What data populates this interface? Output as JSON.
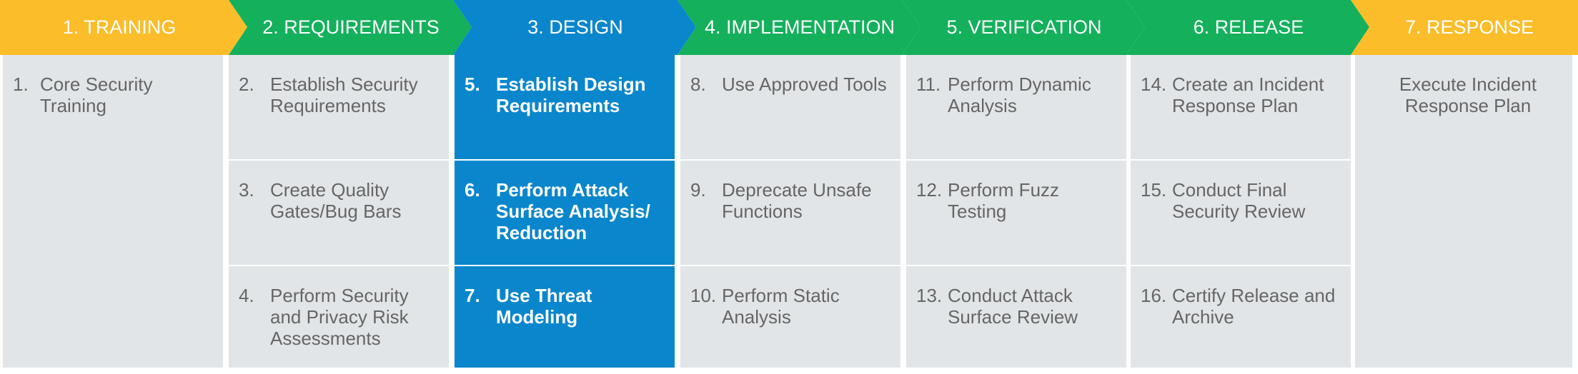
{
  "colors": {
    "training": "#fbbd2a",
    "requirements": "#14b05c",
    "design": "#0a86cc",
    "implementation": "#14b05c",
    "verification": "#14b05c",
    "release": "#14b05c",
    "response": "#fbbd2a",
    "cell_bg": "#e1e5e7",
    "cell_text": "#666666",
    "highlight_bg": "#0a86cc",
    "highlight_text": "#ffffff"
  },
  "phases": [
    {
      "label": "1. TRAINING"
    },
    {
      "label": "2. REQUIREMENTS"
    },
    {
      "label": "3. DESIGN"
    },
    {
      "label": "4. IMPLEMENTATION"
    },
    {
      "label": "5. VERIFICATION"
    },
    {
      "label": "6. RELEASE"
    },
    {
      "label": "7. RESPONSE"
    }
  ],
  "practices": {
    "training": [
      {
        "num": "1.",
        "text": "Core Security Training"
      }
    ],
    "requirements": [
      {
        "num": "2.",
        "text": "Establish Security Requirements"
      },
      {
        "num": "3.",
        "text": "Create Quality Gates/Bug Bars"
      },
      {
        "num": "4.",
        "text": "Perform Security and Privacy Risk Assessments"
      }
    ],
    "design": [
      {
        "num": "5.",
        "text": "Establish Design Requirements"
      },
      {
        "num": "6.",
        "text": "Perform Attack Surface Analysis/ Reduction"
      },
      {
        "num": "7.",
        "text": "Use Threat Modeling"
      }
    ],
    "implementation": [
      {
        "num": "8.",
        "text": "Use Approved Tools"
      },
      {
        "num": "9.",
        "text": "Deprecate Unsafe Functions"
      },
      {
        "num": "10.",
        "text": "Perform Static Analysis"
      }
    ],
    "verification": [
      {
        "num": "11.",
        "text": "Perform Dynamic Analysis"
      },
      {
        "num": "12.",
        "text": "Perform Fuzz Testing"
      },
      {
        "num": "13.",
        "text": "Conduct Attack Surface Review"
      }
    ],
    "release": [
      {
        "num": "14.",
        "text": "Create an Incident Response Plan"
      },
      {
        "num": "15.",
        "text": "Conduct Final Security Review"
      },
      {
        "num": "16.",
        "text": "Certify Release and Archive"
      }
    ],
    "response": [
      {
        "text": "Execute Incident Response Plan"
      }
    ]
  }
}
